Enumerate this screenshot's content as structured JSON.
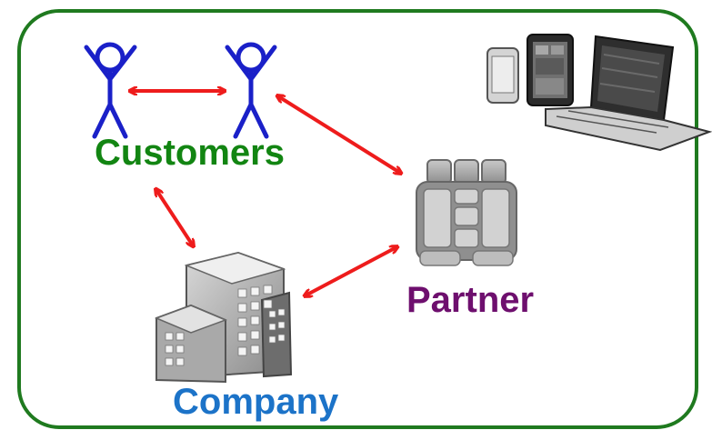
{
  "diagram": {
    "labels": {
      "customers": "Customers",
      "partner": "Partner",
      "company": "Company"
    },
    "colors": {
      "frame_border": "#1f7a1f",
      "arrow": "#ee1c1c",
      "stick_figure": "#1a20c8",
      "customers_text": "#128512",
      "partner_text": "#6e0f6e",
      "company_text": "#1c73c8"
    },
    "icons": [
      "stick-figure-icon",
      "stick-figure-icon",
      "devices-icon",
      "partner-building-icon",
      "company-buildings-icon"
    ]
  }
}
